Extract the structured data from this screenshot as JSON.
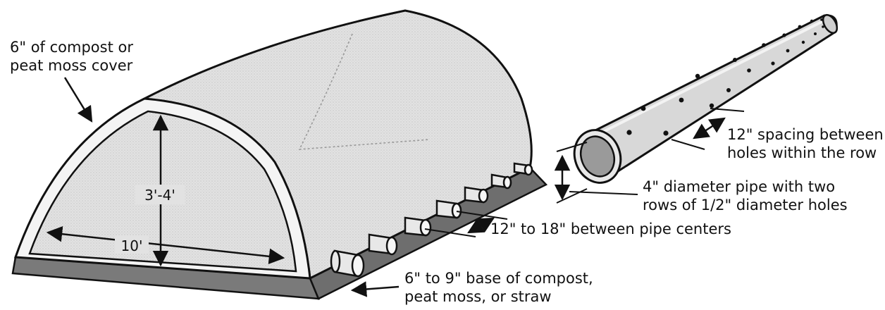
{
  "labels": {
    "cover": [
      "6\" of compost or",
      "peat moss cover"
    ],
    "height": "3'-4'",
    "width": "10'",
    "pipe_spacing": "12\" to 18\" between pipe centers",
    "base": [
      "6\" to 9\" base of compost,",
      "peat moss, or straw"
    ],
    "hole_spacing": [
      "12\" spacing between",
      "holes within the row"
    ],
    "pipe_diameter": [
      "4\" diameter pipe with two",
      "rows of 1/2\" diameter holes"
    ]
  },
  "colors": {
    "ink": "#111111",
    "pile_fill": "#e4e4e4",
    "base_fill": "#6e6e6e",
    "pipe_fill": "#d6d6d6",
    "pipe_inner": "#9a9a9a"
  }
}
